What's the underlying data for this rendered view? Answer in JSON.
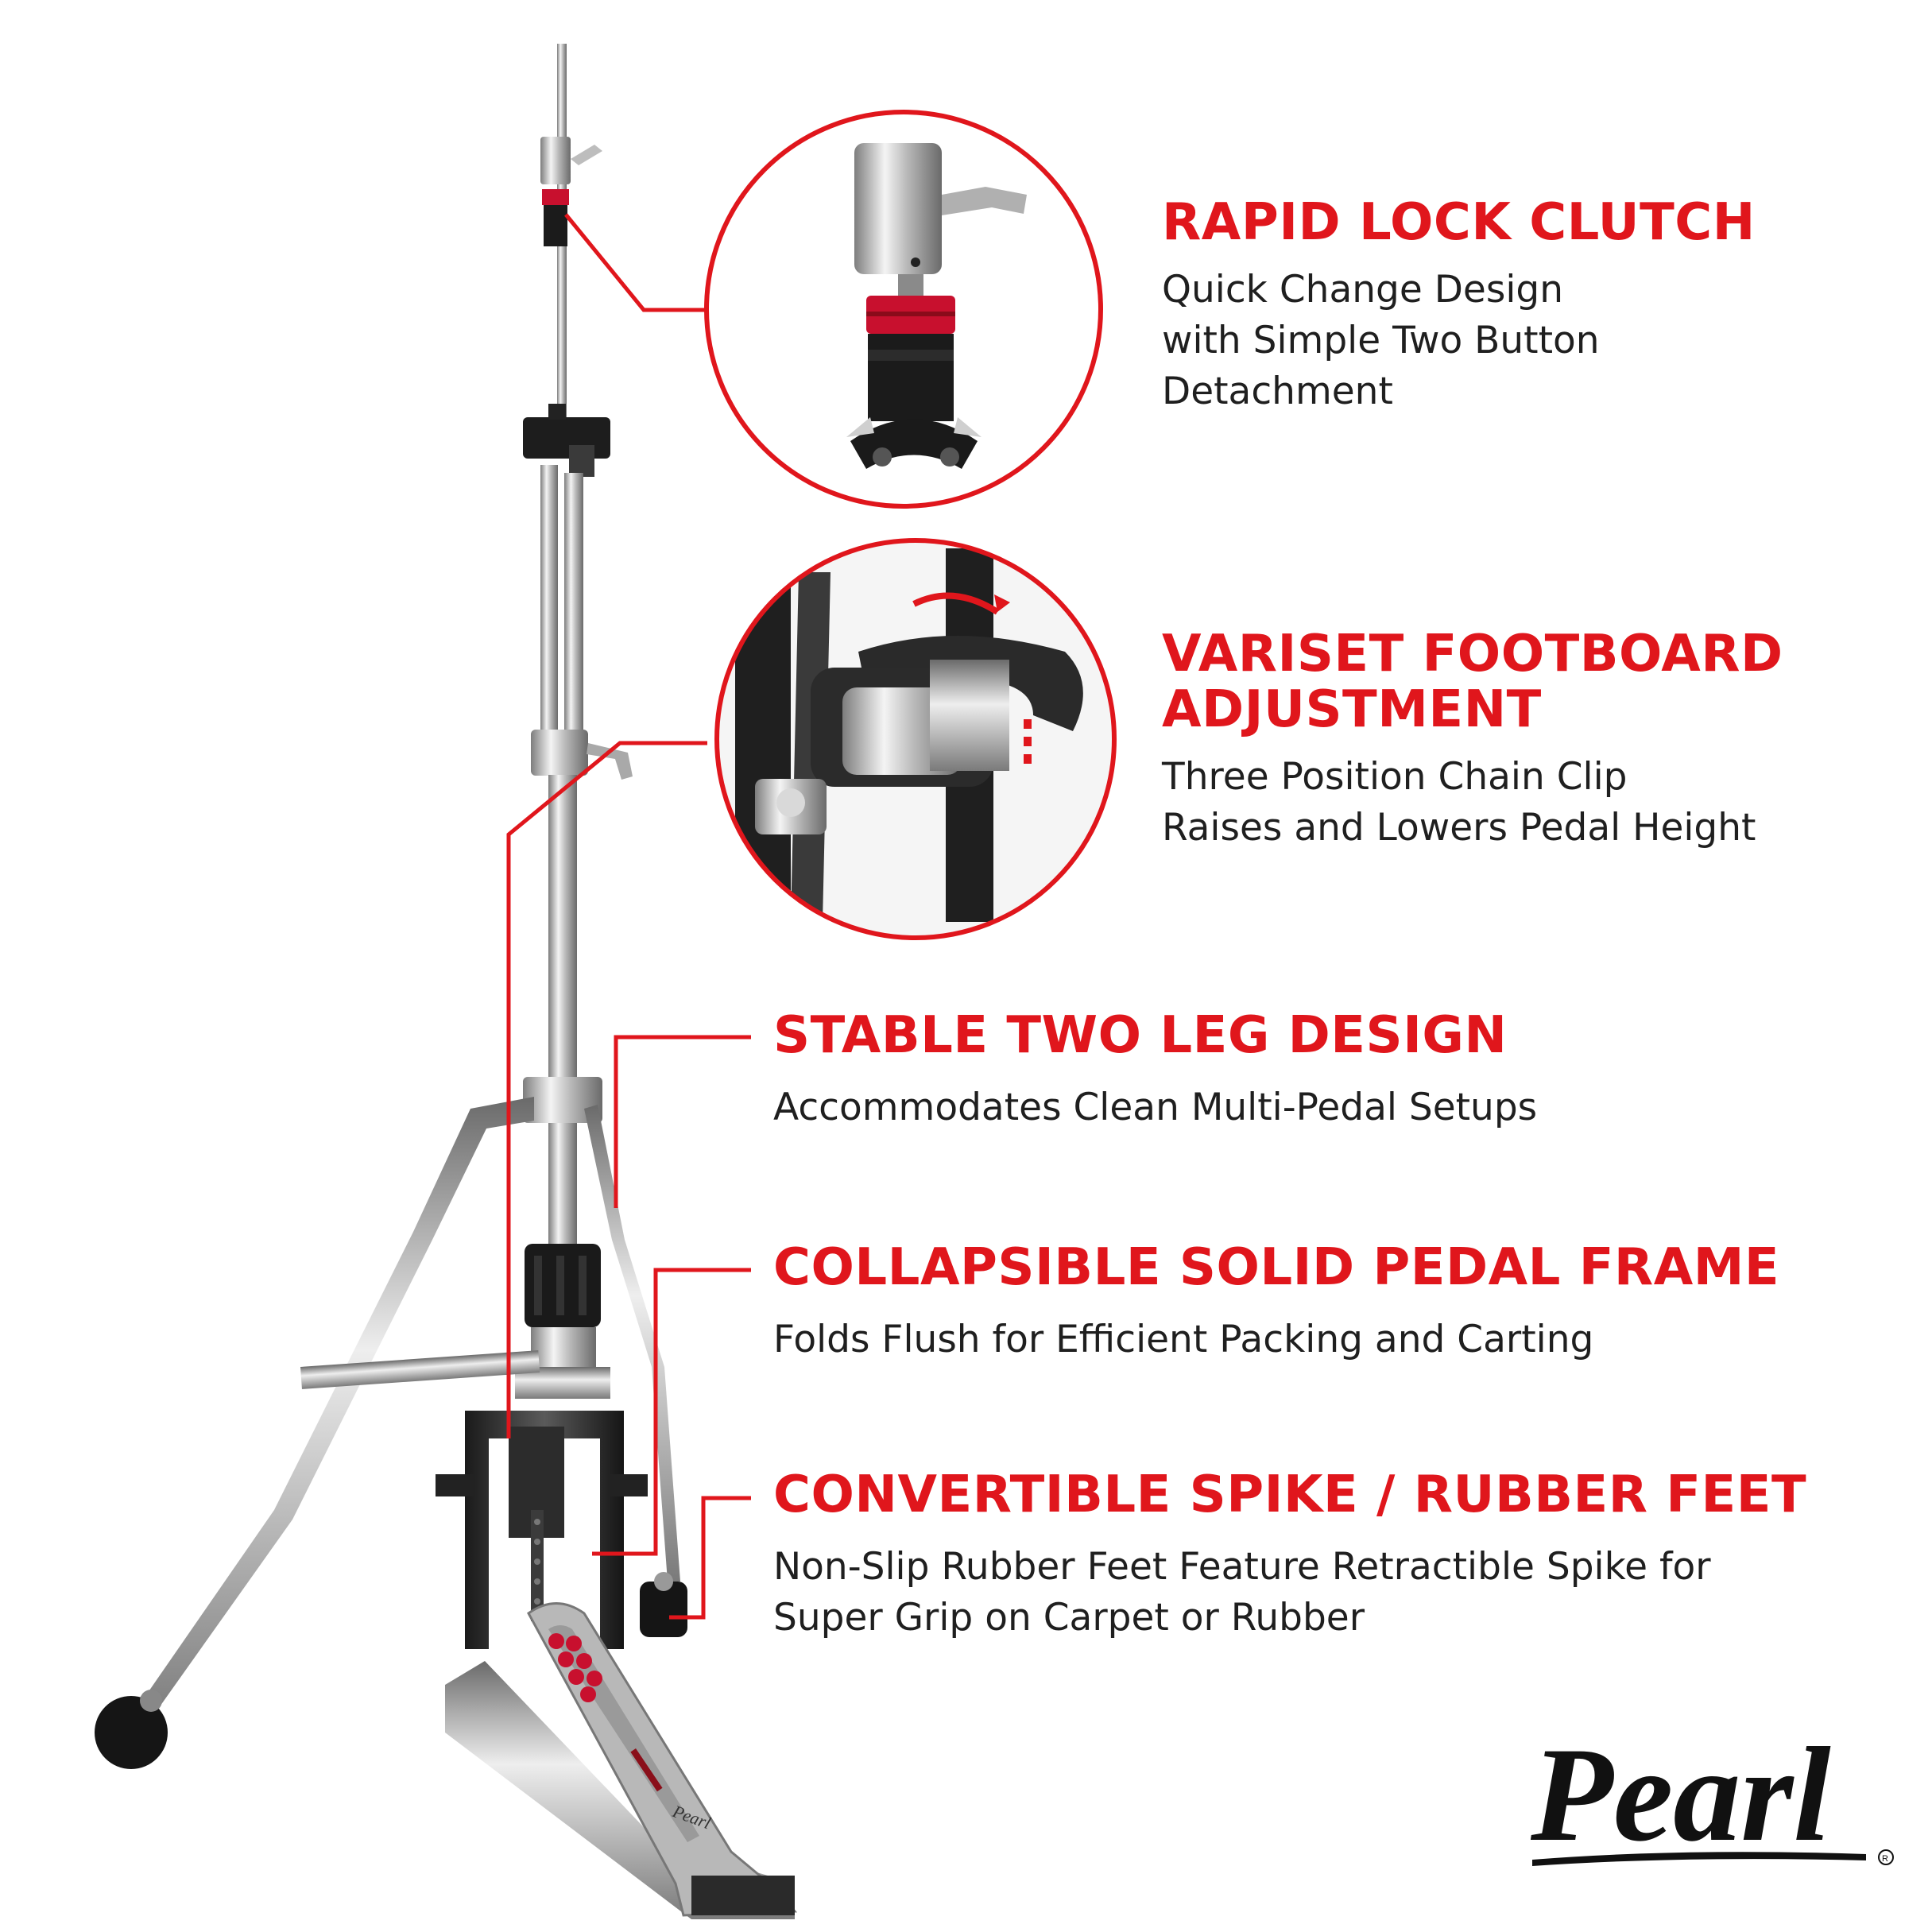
{
  "brand": {
    "name": "Pearl",
    "accent_color": "#e0161c"
  },
  "features": [
    {
      "title_lines": [
        "RAPID LOCK CLUTCH"
      ],
      "desc_lines": [
        "Quick Change Design",
        "with Simple Two Button",
        "Detachment"
      ]
    },
    {
      "title_lines": [
        "VARISET FOOTBOARD",
        "ADJUSTMENT"
      ],
      "desc_lines": [
        "Three Position Chain Clip",
        "Raises and Lowers Pedal Height"
      ]
    },
    {
      "title_lines": [
        "STABLE TWO LEG DESIGN"
      ],
      "desc_lines": [
        "Accommodates Clean Multi-Pedal Setups"
      ]
    },
    {
      "title_lines": [
        "COLLAPSIBLE SOLID PEDAL FRAME"
      ],
      "desc_lines": [
        "Folds Flush for Efficient Packing and Carting"
      ]
    },
    {
      "title_lines": [
        "CONVERTIBLE SPIKE / RUBBER FEET"
      ],
      "desc_lines": [
        "Non-Slip Rubber Feet Feature Retractible Spike for",
        "Super Grip on Carpet or Rubber"
      ]
    }
  ],
  "icons": [
    "hi-hat-stand-illustration",
    "rapid-lock-clutch-closeup",
    "variset-footboard-closeup",
    "pearl-logo"
  ]
}
